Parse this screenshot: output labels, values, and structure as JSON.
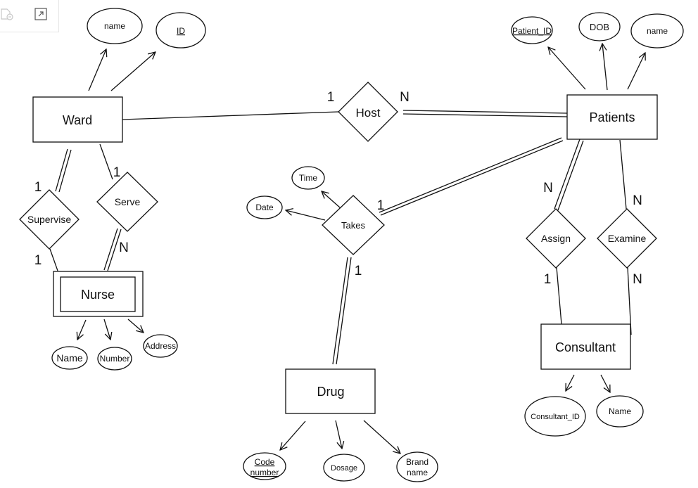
{
  "toolbar": {
    "icons": [
      "delete-page-icon",
      "expand-icon"
    ]
  },
  "entities": {
    "ward": "Ward",
    "patients": "Patients",
    "nurse": "Nurse",
    "drug": "Drug",
    "consultant": "Consultant"
  },
  "relationships": {
    "host": "Host",
    "supervise": "Supervise",
    "serve": "Serve",
    "takes": "Takes",
    "assign": "Assign",
    "examine": "Examine"
  },
  "attributes": {
    "ward_name": "name",
    "ward_id": "ID",
    "patient_id": "Patient_ID",
    "patient_dob": "DOB",
    "patient_name": "name",
    "time": "Time",
    "date": "Date",
    "nurse_name": "Name",
    "nurse_number": "Number",
    "nurse_address": "Address",
    "code_number": [
      "Code",
      "number"
    ],
    "dosage": "Dosage",
    "brand_name": [
      "Brand",
      "name"
    ],
    "consultant_id": "Consultant_ID",
    "consultant_name": "Name"
  },
  "cardinalities": {
    "ward_host": "1",
    "host_patients": "N",
    "ward_supervise": "1",
    "supervise_nurse": "1",
    "ward_serve": "1",
    "serve_nurse": "N",
    "takes_patients": "1",
    "takes_drug": "1",
    "patients_assign": "N",
    "patients_examine": "N",
    "assign_consultant": "1",
    "examine_consultant": "N"
  }
}
